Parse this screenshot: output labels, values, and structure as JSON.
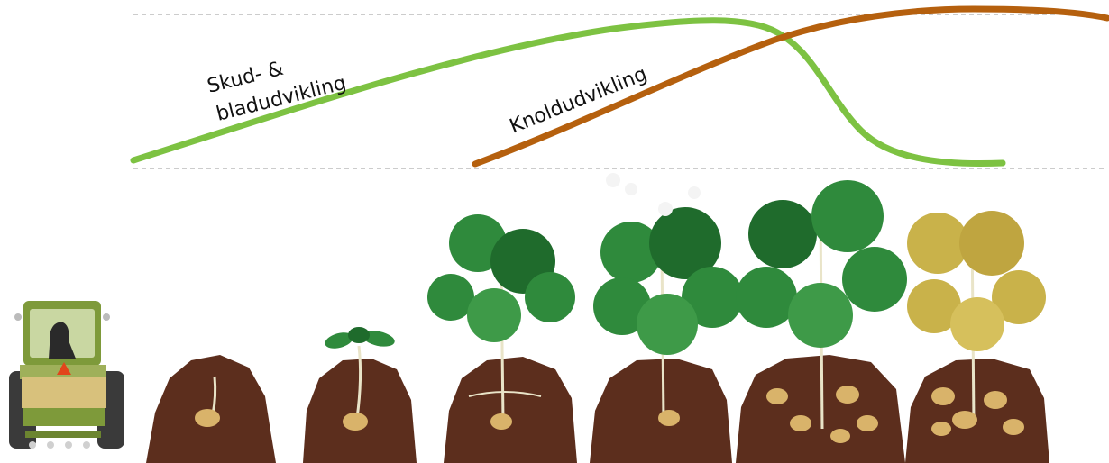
{
  "labels": {
    "shoot_line1": "Skud- &",
    "shoot_line2": "bladudvikling",
    "tuber": "Knoldudvikling"
  },
  "colors": {
    "shoot_curve": "#7DC242",
    "tuber_curve": "#B5600E",
    "guide_line": "#999999",
    "soil": "#5C2E1D",
    "soil_dark": "#3E1C12",
    "leaf": "#2F8A3C",
    "leaf_dark": "#1F6B2C",
    "leaf_yellow": "#C9B24A",
    "tuber": "#D9B36A",
    "stem": "#E9E4C8",
    "tractor_body": "#7E9A3A",
    "tractor_tire": "#3A3A3A"
  },
  "icons": {
    "tractor": "tractor-icon",
    "planting": "seed-potato-icon",
    "sprout": "sprouting-potato-icon",
    "young_plant": "young-potato-plant-icon",
    "flowering": "flowering-potato-plant-icon",
    "bulking": "tuber-bulking-plant-icon",
    "senescence": "senescent-potato-plant-icon"
  }
}
